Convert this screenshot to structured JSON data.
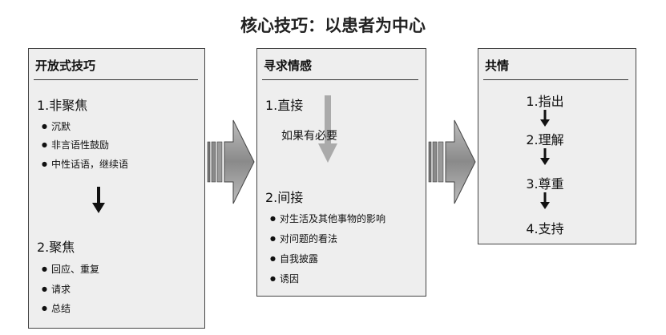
{
  "title": "核心技巧：以患者为中心",
  "box1": {
    "heading": "开放式技巧",
    "section1": {
      "label": "1.非聚焦",
      "bullets": [
        "沉默",
        "非言语性鼓励",
        "中性话语，继续语"
      ]
    },
    "section2": {
      "label": "2.聚焦",
      "bullets": [
        "回应、重复",
        "请求",
        "总结"
      ]
    }
  },
  "box2": {
    "heading": "寻求情感",
    "section1": {
      "label": "1.直接",
      "note": "如果有必要"
    },
    "section2": {
      "label": "2.间接",
      "bullets": [
        "对生活及其他事物的影响",
        "对问题的看法",
        "自我披露",
        "诱因"
      ]
    }
  },
  "box3": {
    "heading": "共情",
    "steps": [
      "1.指出",
      "2.理解",
      "3.尊重",
      "4.支持"
    ]
  }
}
